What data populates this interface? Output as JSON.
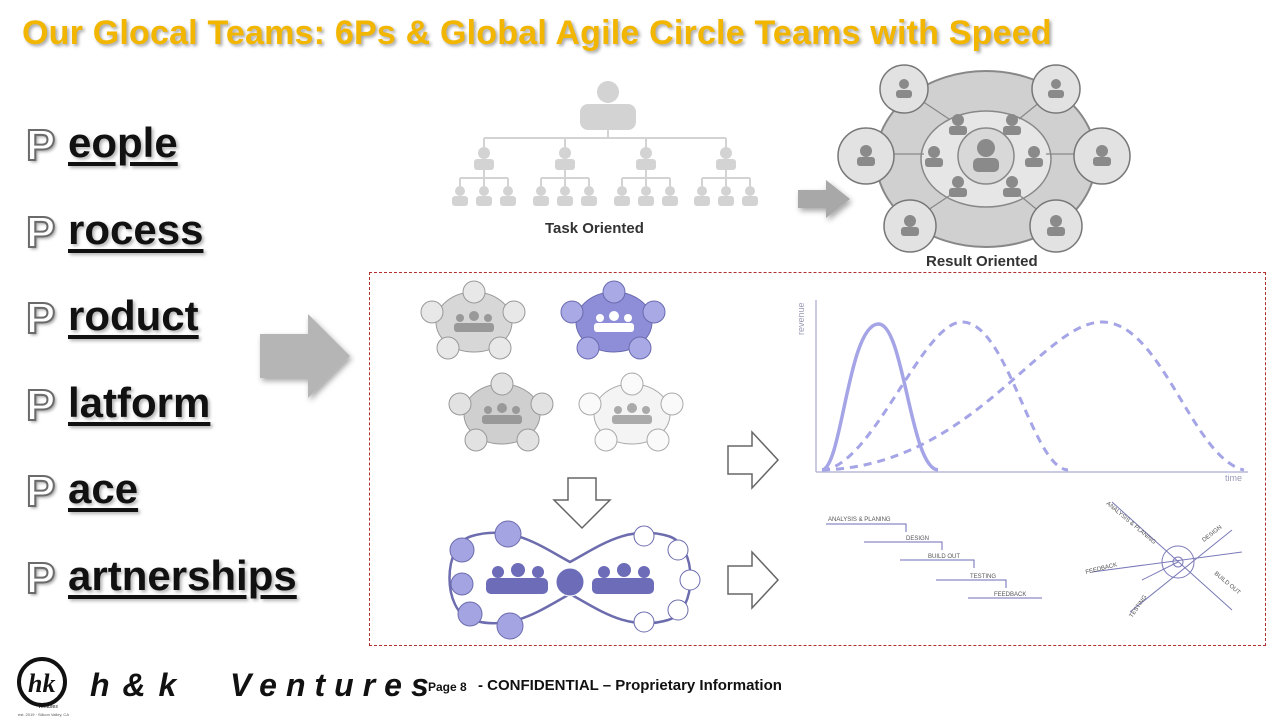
{
  "title": "Our Glocal Teams:  6Ps & Global Agile Circle Teams with Speed",
  "p_glyph": "P",
  "ps": [
    "eople",
    "rocess",
    "roduct",
    "latform",
    "ace",
    "artnerships"
  ],
  "task_label": "Task Oriented",
  "result_label": "Result Oriented",
  "chart": {
    "ylabel": "revenue",
    "xlabel": "time"
  },
  "waterfall_steps": [
    "ANALYSIS & PLANING",
    "DESIGN",
    "BUILD OUT",
    "TESTING",
    "FEEDBACK"
  ],
  "cycle_labels": [
    "ANALYSIS & PLANING",
    "DESIGN",
    "BUILD OUT",
    "TESTING",
    "FEEDBACK"
  ],
  "footer": {
    "logo_text": "hk",
    "logo_small": "Ventures",
    "logo_est": "est. 2019 · Silicon Valley, CA",
    "brand_left": "h & k",
    "brand_right": "Ventures",
    "page": "Page 8",
    "confidential": "- CONFIDENTIAL – Proprietary Information"
  },
  "colors": {
    "title": "#f2b600",
    "purple": "#8e8ed8",
    "gray": "#c8c8c8",
    "dash": "#b03030"
  }
}
